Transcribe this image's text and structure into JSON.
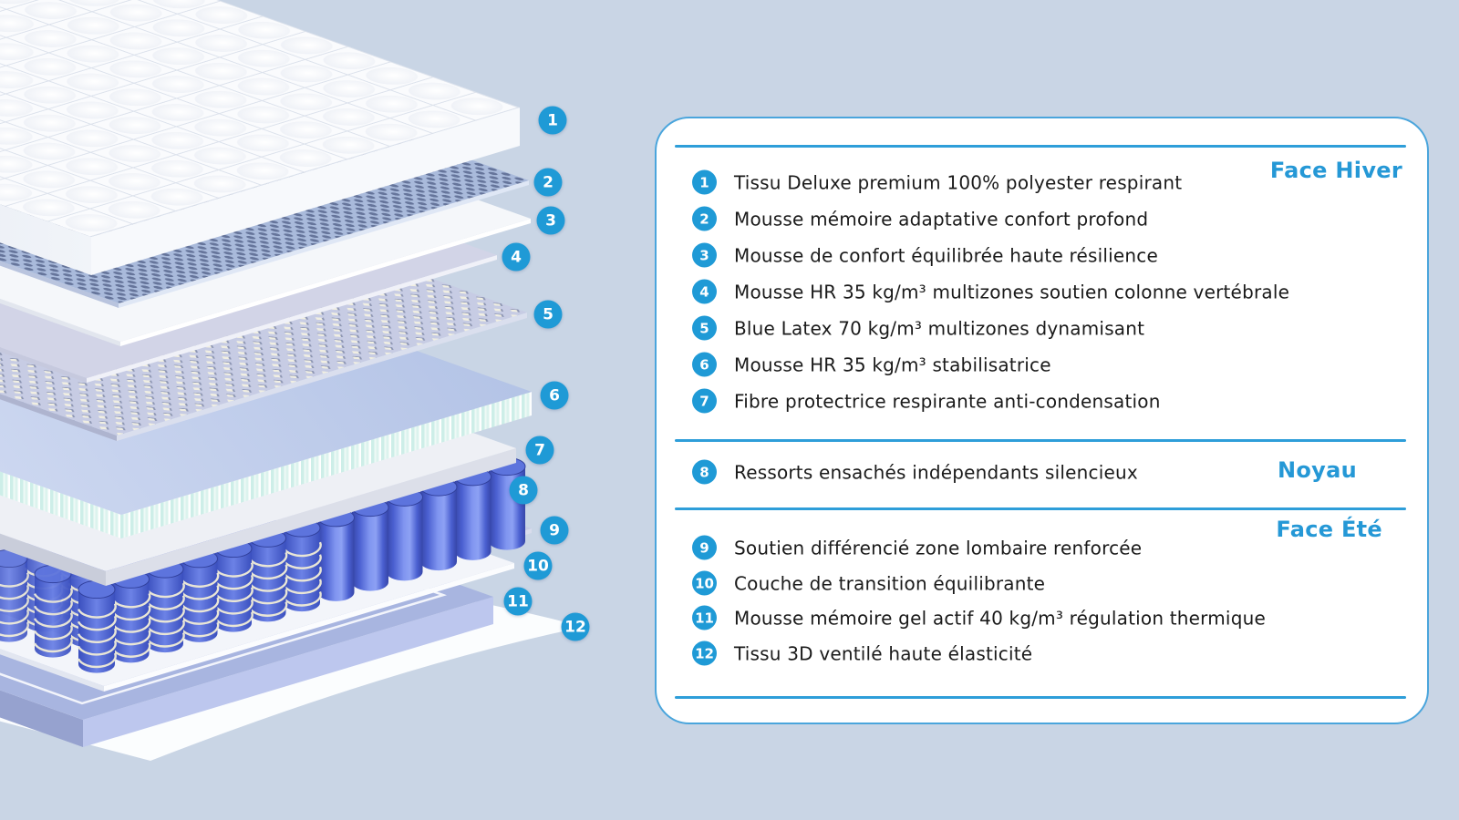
{
  "colors": {
    "background": "#c9d5e5",
    "accent": "#1f9ad6",
    "panel_border": "#4aa5dc",
    "separator": "#2e9ed9",
    "section_title": "#2598d6",
    "text": "#1a1a1a"
  },
  "diagram": {
    "badges": [
      "1",
      "2",
      "3",
      "4",
      "5",
      "6",
      "7",
      "8",
      "9",
      "10",
      "11",
      "12"
    ]
  },
  "panel": {
    "sections": [
      {
        "title": "Face Hiver",
        "items": [
          {
            "num": "1",
            "text": "Tissu Deluxe premium 100% polyester respirant"
          },
          {
            "num": "2",
            "text": "Mousse mémoire adaptative confort profond"
          },
          {
            "num": "3",
            "text": "Mousse de confort équilibrée haute résilience"
          },
          {
            "num": "4",
            "text": "Mousse HR 35 kg/m³ multizones soutien colonne vertébrale"
          },
          {
            "num": "5",
            "text": "Blue Latex 70 kg/m³ multizones dynamisant"
          },
          {
            "num": "6",
            "text": "Mousse HR 35 kg/m³ stabilisatrice"
          },
          {
            "num": "7",
            "text": "Fibre protectrice respirante anti-condensation"
          }
        ]
      },
      {
        "title": "Noyau",
        "items": [
          {
            "num": "8",
            "text": "Ressorts ensachés indépendants silencieux"
          }
        ]
      },
      {
        "title": "Face Été",
        "items": [
          {
            "num": "9",
            "text": "Soutien différencié zone lombaire renforcée"
          },
          {
            "num": "10",
            "text": "Couche de transition équilibrante"
          },
          {
            "num": "11",
            "text": "Mousse mémoire gel actif 40 kg/m³ régulation thermique"
          },
          {
            "num": "12",
            "text": "Tissu 3D ventilé haute élasticité"
          }
        ]
      }
    ]
  }
}
